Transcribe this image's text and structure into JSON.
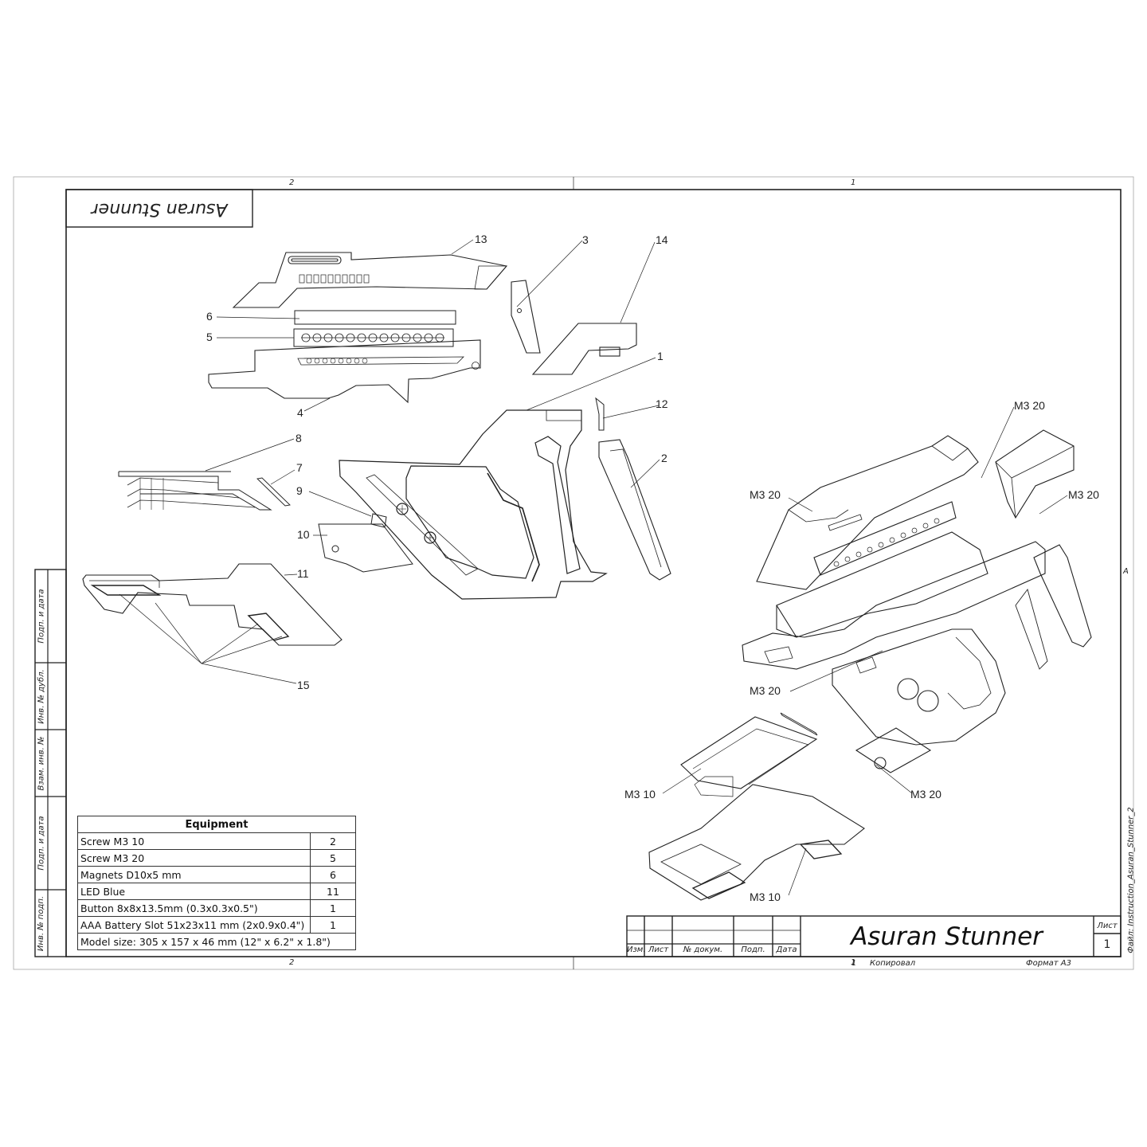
{
  "drawing": {
    "top_title": "Asuran Stunner",
    "zones": {
      "top_left": "2",
      "top_right": "1",
      "bottom_left": "2",
      "bottom_right": "1",
      "right_a": "A"
    },
    "side_stamps": [
      "Подп. и дата",
      "Инв. № дубл.",
      "Взам. инв. №",
      "Подп. и дата",
      "Инв. № подп."
    ],
    "file_label": "Файл: Instruction_Asuran_Stunner_2"
  },
  "callouts": {
    "c13": "13",
    "c3": "3",
    "c14": "14",
    "c6": "6",
    "c5": "5",
    "c1": "1",
    "c4": "4",
    "c12": "12",
    "c8": "8",
    "c2": "2",
    "c7": "7",
    "c9": "9",
    "c10": "10",
    "c11": "11",
    "c15": "15"
  },
  "screw_labels": {
    "m3_20_a": "M3 20",
    "m3_20_b": "M3 20",
    "m3_20_c": "M3 20",
    "m3_20_d": "M3 20",
    "m3_10_a": "M3 10",
    "m3_20_e": "M3 20",
    "m3_10_b": "M3 10"
  },
  "equipment": {
    "title": "Equipment",
    "rows": [
      {
        "item": "Screw M3 10",
        "qty": "2"
      },
      {
        "item": "Screw M3 20",
        "qty": "5"
      },
      {
        "item": "Magnets D10x5 mm",
        "qty": "6"
      },
      {
        "item": "LED Blue",
        "qty": "11"
      },
      {
        "item": "Button 8x8x13.5mm (0.3x0.3x0.5\")",
        "qty": "1"
      },
      {
        "item": "AAA Battery Slot 51x23x11 mm (2x0.9x0.4\")",
        "qty": "1"
      }
    ],
    "footer": "Model size: 305 x 157 x 46 mm (12\" x 6.2\" x 1.8\")"
  },
  "title_block": {
    "headers": [
      "Изм.",
      "Лист",
      "№ докум.",
      "Подп.",
      "Дата"
    ],
    "title": "Asuran Stunner",
    "sheet_label": "Лист",
    "sheet_no": "1",
    "copied": "Копировал",
    "copied_no": "1",
    "format": "Формат А3"
  }
}
